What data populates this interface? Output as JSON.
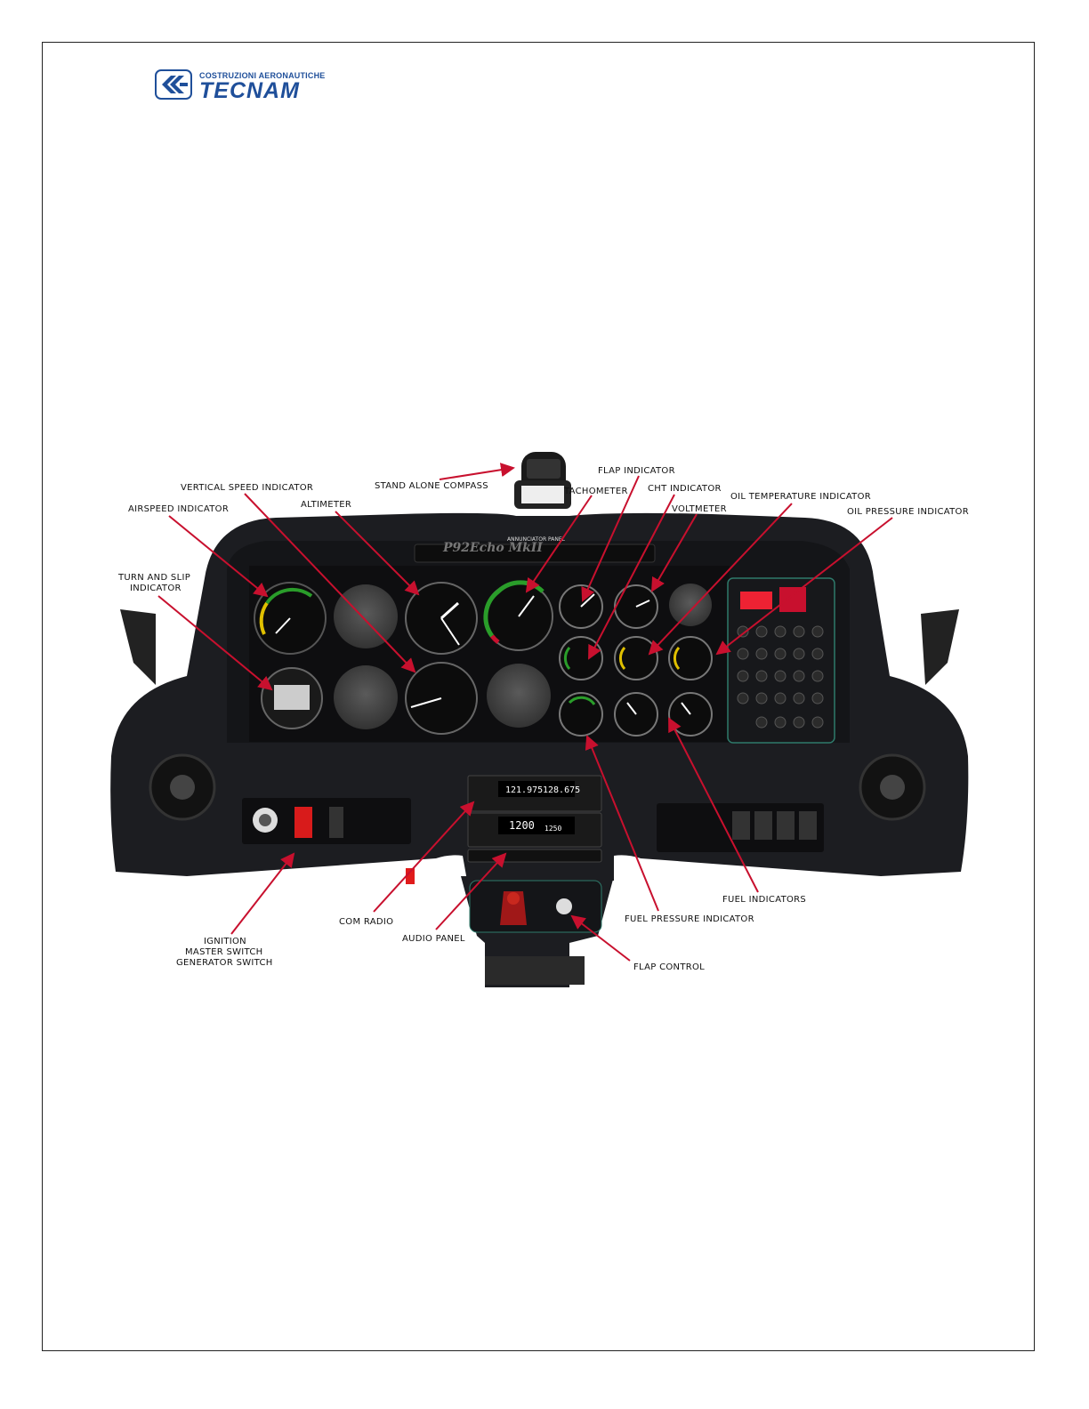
{
  "logo": {
    "top_text": "COSTRUZIONI AERONAUTICHE",
    "main_text": "TECNAM",
    "brand_color": "#1f4f9a"
  },
  "panel_text": {
    "model": "P92Echo MkII",
    "annunciator": "ANNUNCIATOR PANEL",
    "com_active": "121.975",
    "com_standby": "128.675",
    "transponder_code": "1200",
    "pressure_alt": "1250"
  },
  "labels": {
    "compass": "STAND ALONE COMPASS",
    "flap_indicator": "FLAP INDICATOR",
    "vsi": "VERTICAL SPEED INDICATOR",
    "tachometer": "TACHOMETER",
    "cht": "CHT INDICATOR",
    "oil_temp": "OIL TEMPERATURE INDICATOR",
    "airspeed": "AIRSPEED INDICATOR",
    "altimeter": "ALTIMETER",
    "voltmeter": "VOLTMETER",
    "oil_press": "OIL PRESSURE INDICATOR",
    "turn_slip_1": "TURN AND SLIP",
    "turn_slip_2": "INDICATOR",
    "fuel_indicators": "FUEL INDICATORS",
    "fuel_press": "FUEL PRESSURE INDICATOR",
    "com_radio": "COM RADIO",
    "audio_panel": "AUDIO PANEL",
    "ignition_1": "IGNITION",
    "ignition_2": "MASTER SWITCH",
    "ignition_3": "GENERATOR SWITCH",
    "flap_control": "FLAP CONTROL"
  },
  "colors": {
    "arrow": "#c8102e",
    "panel": "#1c1d21",
    "instrument_face": "#0c0c0c"
  }
}
